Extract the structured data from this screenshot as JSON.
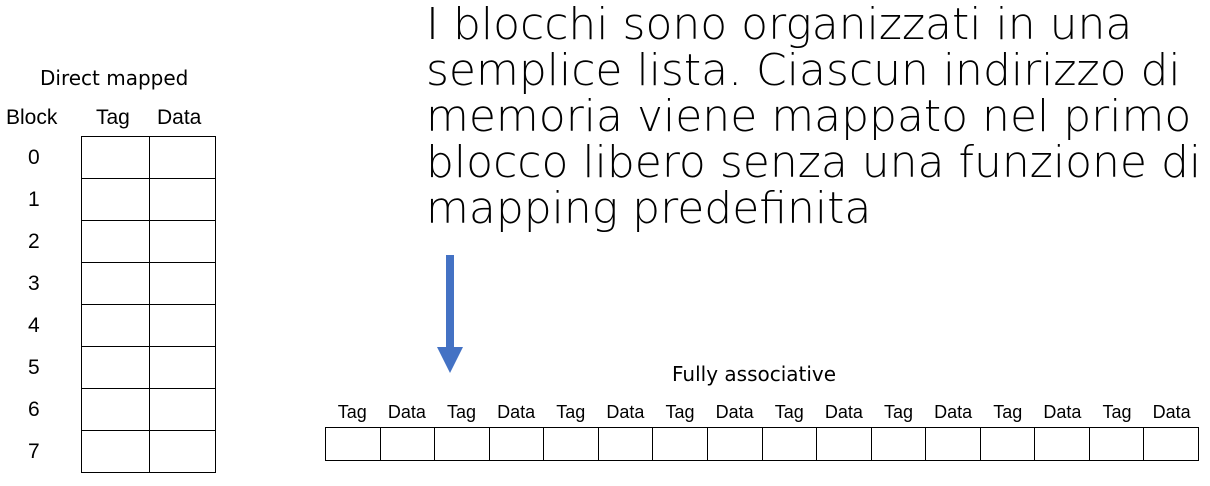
{
  "direct_mapped": {
    "title": "Direct mapped",
    "headers": {
      "block": "Block",
      "tag": "Tag",
      "data": "Data"
    },
    "blocks": [
      "0",
      "1",
      "2",
      "3",
      "4",
      "5",
      "6",
      "7"
    ]
  },
  "description": "I blocchi sono organizzati in una semplice lista. Ciascun indirizzo di memoria viene mappato nel primo blocco libero senza una funzione di mapping predefinita",
  "arrow_color": "#4472c4",
  "fully_associative": {
    "title": "Fully associative",
    "headers": [
      "Tag",
      "Data",
      "Tag",
      "Data",
      "Tag",
      "Data",
      "Tag",
      "Data",
      "Tag",
      "Data",
      "Tag",
      "Data",
      "Tag",
      "Data",
      "Tag",
      "Data"
    ]
  }
}
